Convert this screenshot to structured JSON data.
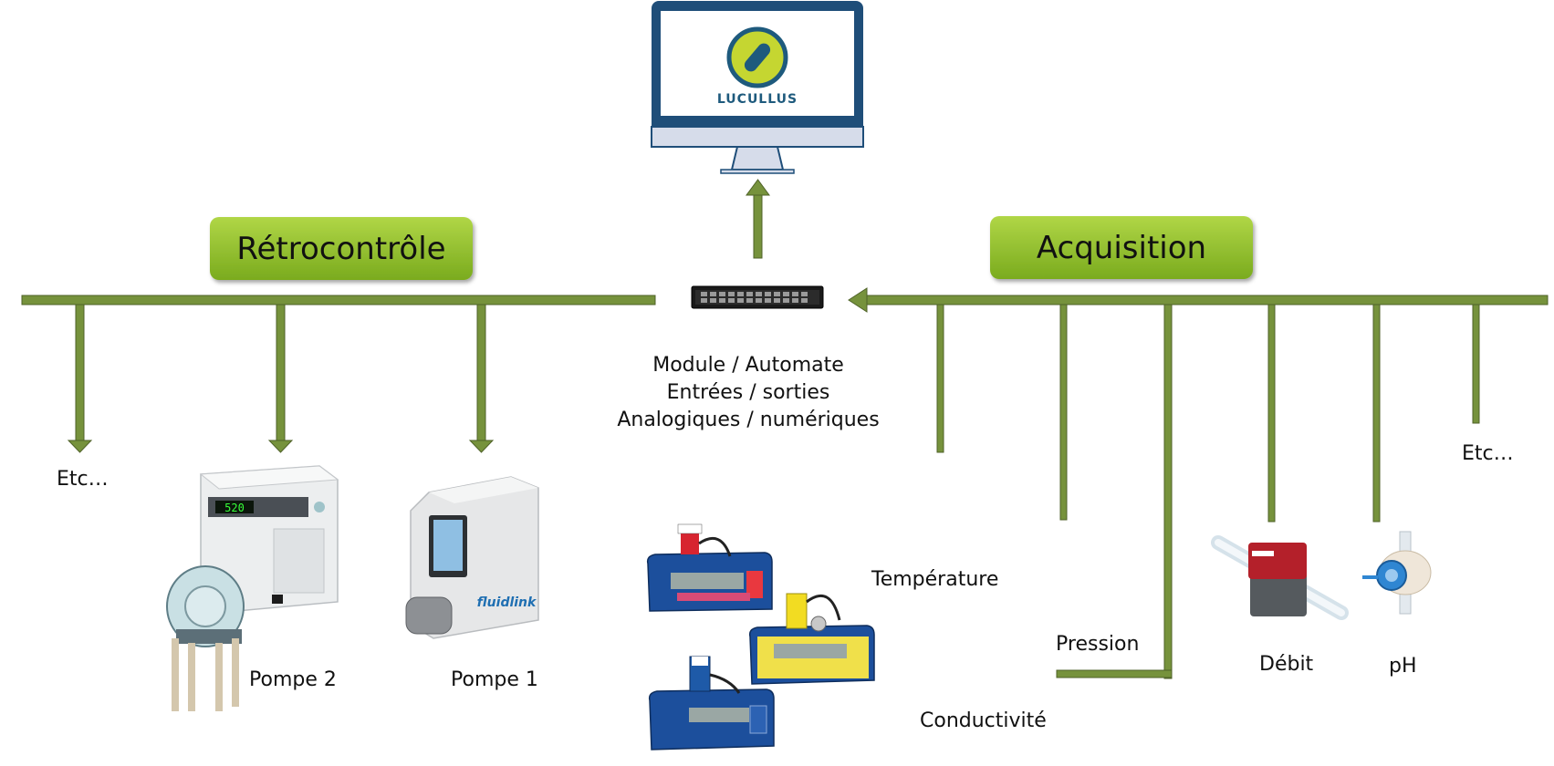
{
  "logo": {
    "text": "LUCULLUS"
  },
  "boxes": {
    "left": "Rétrocontrôle",
    "right": "Acquisition"
  },
  "module": {
    "lines": [
      "Module / Automate",
      "Entrées / sorties",
      "Analogiques / numériques"
    ]
  },
  "outputs": {
    "etc": "Etc…",
    "pump2": "Pompe 2",
    "pump1": "Pompe 1"
  },
  "sensors": {
    "temperature": "Température",
    "conductivity": "Conductivité",
    "pressure": "Pression",
    "flow": "Débit",
    "ph": "pH",
    "etc": "Etc…"
  },
  "device_text": {
    "pump2_display": "520",
    "pump1_brand": "fluidlink"
  },
  "colors": {
    "bus": "#76923c",
    "bus_border": "#4f6228",
    "box_top": "#b0d646",
    "box_bottom": "#7aab1e",
    "monitor_frame": "#1f4e79",
    "monitor_stand": "#d6dcea",
    "logo_yellow": "#c5d631",
    "logo_blue": "#1e5a7d"
  }
}
